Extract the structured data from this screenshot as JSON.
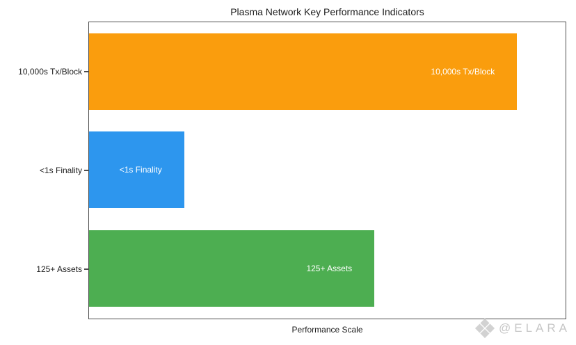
{
  "figure": {
    "title": "Plasma Network Key Performance Indicators",
    "xlabel": "Performance Scale"
  },
  "watermark": {
    "icon": "gem-icon",
    "text": "@ELARA",
    "color": "#c6c6c6"
  },
  "chart_data": {
    "type": "bar",
    "orientation": "horizontal",
    "title": "Plasma Network Key Performance Indicators",
    "xlabel": "Performance Scale",
    "ylabel": "",
    "xlim": [
      0,
      100
    ],
    "grid": false,
    "legend": null,
    "categories": [
      "10,000s Tx/Block",
      "<1s Finality",
      "125+ Assets"
    ],
    "values": [
      90,
      20,
      60
    ],
    "bar_labels": [
      "10,000s Tx/Block",
      "<1s Finality",
      "125+ Assets"
    ],
    "colors": [
      "#FA9D0D",
      "#2D96EE",
      "#4DAE51"
    ],
    "bar_label_color": "#ffffff",
    "axis_color": "#4d4d4d",
    "text_color": "#1c1c1c"
  }
}
